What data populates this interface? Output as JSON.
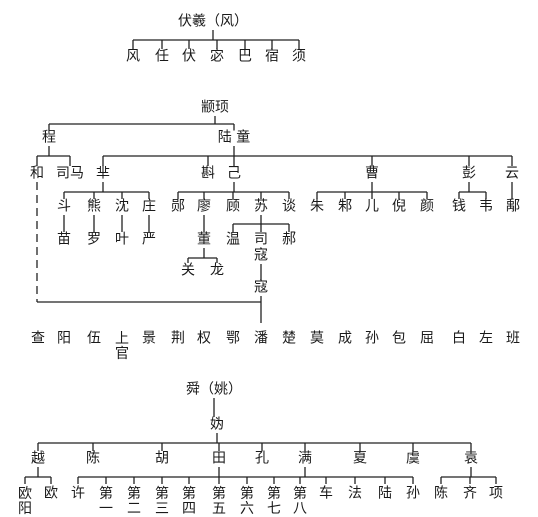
{
  "title1": "伏羲（风）",
  "g1": {
    "feng": "风",
    "ren": "任",
    "fu": "伏",
    "mi": "宓",
    "ba": "巴",
    "su": "宿",
    "xu": "须"
  },
  "title2": "颛顼",
  "g2": {
    "cheng": "程",
    "luzhong": "陆 童",
    "he": "和",
    "sima": "司马",
    "mi": "芈",
    "kui": "斟",
    "ji": "己",
    "cao": "曹",
    "peng": "彭",
    "yun": "云",
    "dou": "斗",
    "xiong": "熊",
    "shen": "沈",
    "zhuang": "庄",
    "yun2": "郧",
    "liao": "廖",
    "gu": "顾",
    "su": "苏",
    "tan": "谈",
    "zhu": "朱",
    "zhu2": "邾",
    "er": "儿",
    "ni": "倪",
    "yan": "颜",
    "qian": "钱",
    "wei": "韦",
    "yun3": "鄅",
    "miao": "苗",
    "luo": "罗",
    "ye": "叶",
    "yan2": "严",
    "dong": "董",
    "wen": "温",
    "si": "司",
    "hao": "郝",
    "guan": "关",
    "long": "龙",
    "kou1": "寇",
    "kou2": "寇",
    "bottom": [
      "查",
      "阳",
      "伍",
      "上官",
      "景",
      "荆",
      "权",
      "鄂",
      "潘",
      "楚",
      "莫",
      "成",
      "孙",
      "包",
      "屈",
      "白",
      "左",
      "班"
    ]
  },
  "title3": "舜（姚）",
  "g3": {
    "gui": "妫",
    "yue": "越",
    "chen": "陈",
    "hu": "胡",
    "tian": "田",
    "kong": "孔",
    "man": "满",
    "xia": "夏",
    "yu": "虞",
    "yuan": "袁",
    "bottom": [
      "欧阳",
      "欧",
      "许",
      "第一",
      "第二",
      "第三",
      "第四",
      "第五",
      "第六",
      "第七",
      "第八",
      "车",
      "法",
      "陆",
      "孙",
      "陈",
      "齐",
      "项"
    ]
  }
}
